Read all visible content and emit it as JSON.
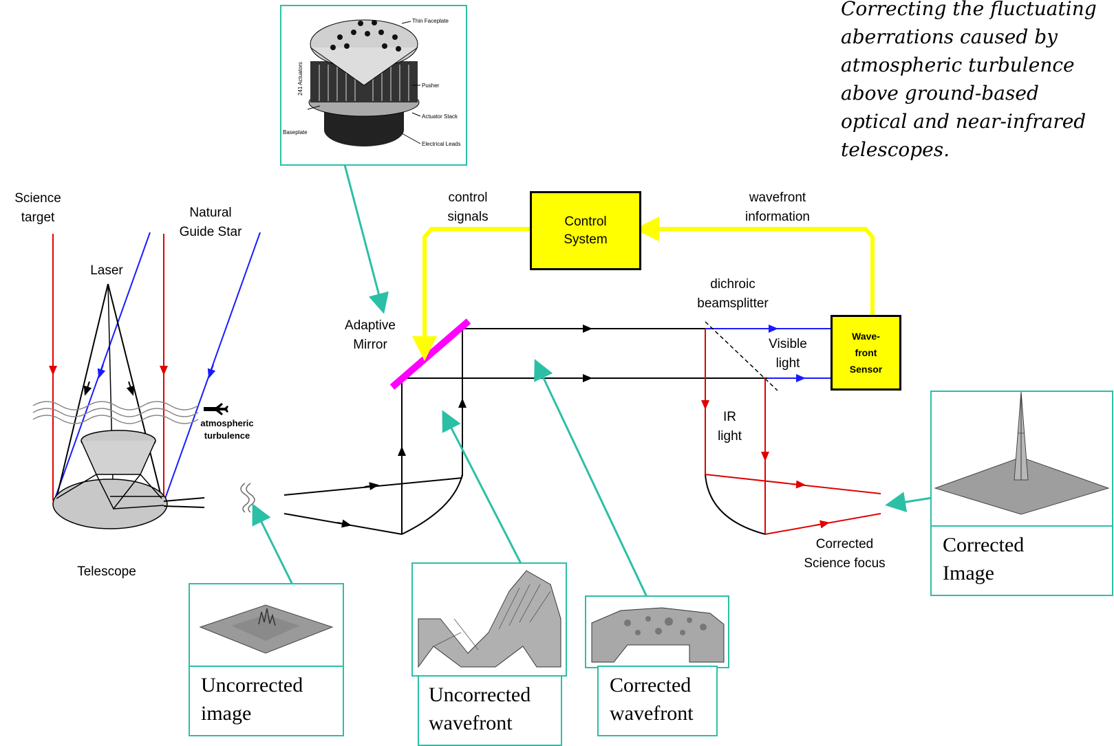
{
  "headline": "Correcting the fluctuating aberrations caused by atmospheric turbulence above ground-based optical and near-infrared telescopes.",
  "labels": {
    "science_target": "Science target",
    "natural_guide_star": "Natural Guide Star",
    "laser": "Laser",
    "atmospheric_turbulence": "atmospheric turbulence",
    "telescope": "Telescope",
    "adaptive_mirror": "Adaptive Mirror",
    "control_signals": "control signals",
    "control_system": "Control System",
    "wavefront_information": "wavefront information",
    "dichroic_beamsplitter": "dichroic beamsplitter",
    "visible_light": "Visible light",
    "wavefront_sensor": "Wave-front Sensor",
    "ir_light": "IR light",
    "corrected_science_focus": "Corrected Science focus"
  },
  "captions": {
    "uncorrected_image": "Uncorrected image",
    "uncorrected_wavefront": "Uncorrected wavefront",
    "corrected_wavefront": "Corrected wavefront",
    "corrected_image": "Corrected Image"
  },
  "mirror_parts": {
    "faceplate": "Thin Faceplate",
    "actuators": "241 Actuators",
    "pusher": "Pusher",
    "actuator_stack": "Actuator Stack",
    "baseplate": "Baseplate",
    "electrical_leads": "Electrical Leads"
  },
  "colors": {
    "science_ray": "#e00000",
    "guide_star_ray": "#1a1aff",
    "control_loop": "#ffff00",
    "callout": "#2bbfa6",
    "mirror": "#ff00ff"
  }
}
